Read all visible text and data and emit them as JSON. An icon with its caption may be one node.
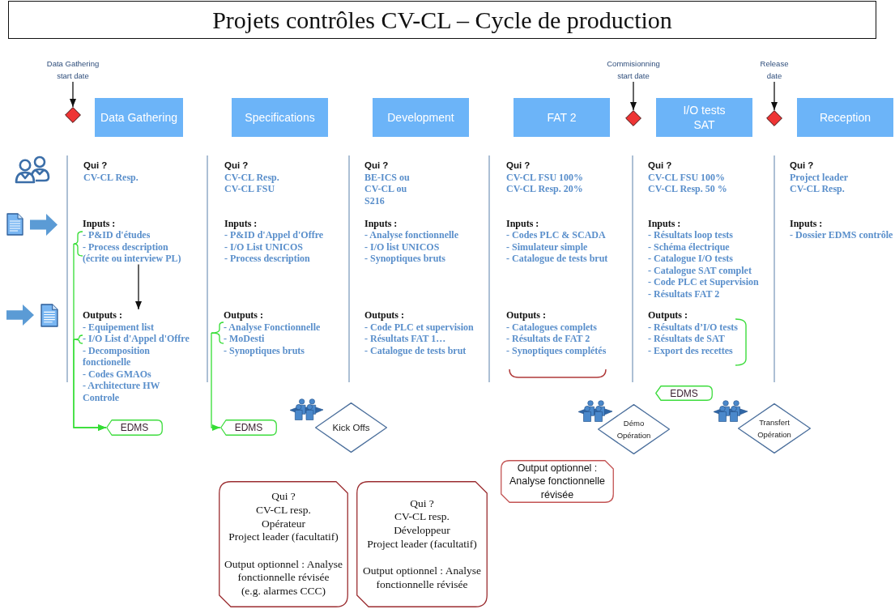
{
  "diagram": {
    "title": "Projets contrôles CV-CL – Cycle de production",
    "nodes": [
      {
        "text": [
          "Data Gathering start date"
        ]
      },
      {
        "text": [],
        "shape": "diamond"
      },
      {
        "text": [
          "Data Gathering"
        ]
      },
      {
        "text": [
          "Specifications"
        ]
      },
      {
        "text": [
          "Development"
        ]
      },
      {
        "text": [
          "FAT 2"
        ]
      },
      {
        "text": [
          "Commisionning start date"
        ]
      },
      {
        "text": [],
        "shape": "diamond"
      },
      {
        "text": [
          "I/O tests SAT"
        ]
      },
      {
        "text": [
          "Release date"
        ]
      },
      {
        "text": [],
        "shape": "diamond"
      },
      {
        "text": [
          "Reception"
        ]
      },
      {
        "text": [
          "Inputs :",
          "- P&ID d'études",
          "- Process description (écrite ou interview PL)"
        ]
      },
      {
        "text": [
          "Outputs :",
          "- Equipement list",
          "- I/O List d'Appel d'Offre",
          "- Decomposition fonctionelle",
          "- Codes GMAOs",
          "- Architecture HW Controle"
        ]
      },
      {
        "text": [
          "Outputs :",
          "- Analyse Fonctionnelle",
          "- MoDesti",
          "- Synoptiques bruts"
        ]
      },
      {
        "text": [
          "EDMS"
        ]
      },
      {
        "text": [
          "EDMS"
        ]
      },
      {
        "text": [
          "Kick Offs"
        ]
      },
      {
        "text": [
          "Démo Opération"
        ]
      },
      {
        "text": [
          "EDMS"
        ]
      },
      {
        "text": [
          "Transfert Opération"
        ]
      },
      {
        "text": [
          "Output optionnel : Analyse fonctionnelle révisée"
        ]
      },
      {
        "text": [
          "Qui ?",
          "CV-CL resp.",
          "Opérateur",
          "Project leader (facultatif)",
          "Output optionnel : Analyse fonctionnelle révisée",
          "(e.g. alarmes CCC)"
        ]
      },
      {
        "text": [
          "Qui ?",
          "CV-CL resp.",
          "Développeur",
          "Project leader (facultatif)",
          "Output optionnel : Analyse fonctionnelle révisée"
        ]
      }
    ],
    "edges": [
      {
        "from": 0,
        "to": 1,
        "arrow": "to"
      },
      {
        "from": 6,
        "to": 7,
        "arrow": "to"
      },
      {
        "from": 9,
        "to": 10,
        "arrow": "to"
      },
      {
        "from": 12,
        "to": 13,
        "arrow": "to"
      },
      {
        "from": 12,
        "to": 15,
        "arrow": "to",
        "color": "#33dd33"
      },
      {
        "from": 13,
        "to": 15,
        "arrow": "to",
        "color": "#33dd33"
      },
      {
        "from": 14,
        "to": 16,
        "arrow": "to",
        "color": "#33dd33"
      }
    ],
    "labels": [
      "Qui ?",
      "CV-CL Resp.",
      "Qui ?",
      "CV-CL Resp.",
      "CV-CL FSU",
      "Qui ?",
      "BE-ICS ou",
      "CV-CL ou",
      "S216",
      "Qui ?",
      "CV-CL FSU 100%",
      "CV-CL Resp. 20%",
      "Qui ?",
      "CV-CL FSU 100%",
      "CV-CL Resp. 50 %",
      "Qui ?",
      "Project leader",
      "CV-CL Resp.",
      "Inputs :",
      "- P&ID d'Appel d'Offre",
      "- I/O List UNICOS",
      "- Process description",
      "Inputs :",
      "- Analyse fonctionnelle",
      "- I/O list UNICOS",
      "- Synoptiques bruts",
      "Inputs :",
      "- Codes PLC & SCADA",
      "- Simulateur simple",
      "- Catalogue de tests brut",
      "Inputs :",
      "- Résultats loop tests",
      "- Schéma électrique",
      "- Catalogue I/O tests",
      "- Catalogue SAT complet",
      "- Code PLC et Supervision",
      "- Résultats FAT 2",
      "Inputs :",
      "- Dossier EDMS contrôle",
      "Outputs :",
      "- Code PLC et supervision",
      "- Résultats FAT 1…",
      "- Catalogue de tests brut",
      "Outputs :",
      "- Catalogues complets",
      "- Résultats de FAT 2",
      "- Synoptiques complétés",
      "Outputs :",
      "- Résultats d’I/O tests",
      "- Résultats de SAT",
      "- Export des recettes"
    ]
  }
}
